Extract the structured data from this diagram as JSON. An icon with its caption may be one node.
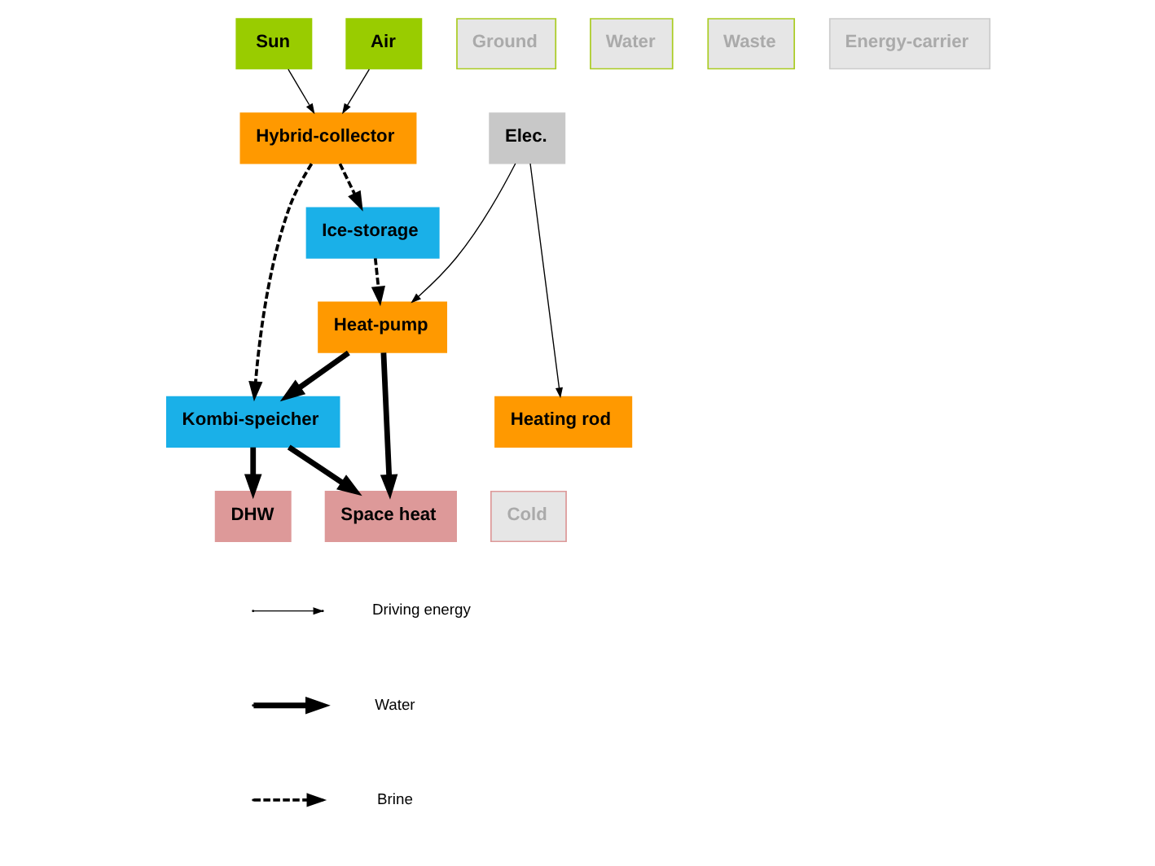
{
  "diagram": {
    "nodes": [
      {
        "text": [
          "Sun"
        ]
      },
      {
        "text": [
          "Ground"
        ]
      },
      {
        "text": [
          "Air"
        ]
      },
      {
        "text": [
          "Water"
        ]
      },
      {
        "text": [
          "Waste"
        ]
      },
      {
        "text": [
          "Elec."
        ]
      },
      {
        "text": [
          "Energy-carrier"
        ]
      },
      {
        "text": [
          "Hybrid-collector"
        ]
      },
      {
        "text": [
          "Ice-storage"
        ]
      },
      {
        "text": [
          "Heat-pump"
        ]
      },
      {
        "text": [
          "Heating rod"
        ]
      },
      {
        "text": [
          "Kombi-speicher"
        ]
      },
      {
        "text": [
          "Space heat"
        ]
      },
      {
        "text": [
          "DHW"
        ]
      },
      {
        "text": [
          "Cold"
        ]
      }
    ],
    "edges": [
      {
        "from": 0,
        "to": 7,
        "arrow": "to"
      },
      {
        "from": 2,
        "to": 7,
        "arrow": "to"
      },
      {
        "from": 7,
        "to": 8,
        "arrow": "to",
        "style": "dashed"
      },
      {
        "from": 8,
        "to": 9,
        "arrow": "to",
        "style": "dashed"
      },
      {
        "from": 5,
        "to": 9,
        "arrow": "to"
      },
      {
        "from": 5,
        "to": 10,
        "arrow": "to"
      },
      {
        "from": 9,
        "to": 12,
        "arrow": "to",
        "style": "thick"
      },
      {
        "from": 9,
        "to": 11,
        "arrow": "to",
        "style": "thick"
      },
      {
        "from": 7,
        "to": 11,
        "arrow": "to",
        "style": "dashed"
      },
      {
        "from": 11,
        "to": 12,
        "arrow": "to",
        "style": "thick"
      },
      {
        "from": 11,
        "to": 13,
        "arrow": "to",
        "style": "thick"
      }
    ],
    "legend": [
      {
        "text": "Driving energy"
      },
      {
        "text": "Water"
      },
      {
        "text": "Brine"
      }
    ]
  }
}
